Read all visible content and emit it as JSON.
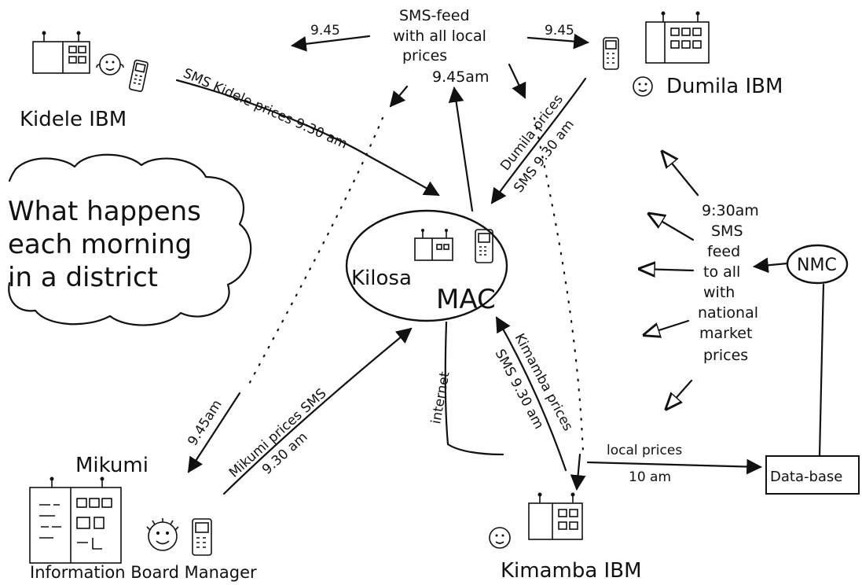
{
  "cloud_text": {
    "line1": "What happens",
    "line2": "each morning",
    "line3": "in a district"
  },
  "center": {
    "place": "Kilosa",
    "type": "MAC"
  },
  "nodes": {
    "kidele": "Kidele IBM",
    "dumila": "Dumila IBM",
    "kimamba": "Kimamba IBM",
    "mikumi": "Mikumi",
    "mikumi_caption": "Information Board Manager",
    "nmc": "NMC",
    "database": "Data-base"
  },
  "sms_feed": {
    "line1": "SMS-feed",
    "line2": "with all local",
    "line3": "prices",
    "time": "9.45am",
    "left_time": "9.45",
    "right_time": "9.45"
  },
  "edges": {
    "kidele_sms": "SMS Kidele prices 9:30 am",
    "dumila_line1": "Dumila prices",
    "dumila_line2": "SMS 9.30 am",
    "kimamba_line1": "Kimamba prices",
    "kimamba_line2": "SMS 9.30 am",
    "mikumi_line1": "Mikumi prices SMS",
    "mikumi_line2": "9.30 am",
    "mikumi_time": "9.45am",
    "internet": "internet",
    "local_prices": "local prices",
    "local_prices_time": "10 am"
  },
  "national_feed": {
    "lines": [
      "9:30am",
      "SMS",
      "feed",
      "to all",
      "with",
      "national",
      "market",
      "prices"
    ]
  },
  "icons": [
    "board-icon",
    "face-icon",
    "phone-icon"
  ]
}
